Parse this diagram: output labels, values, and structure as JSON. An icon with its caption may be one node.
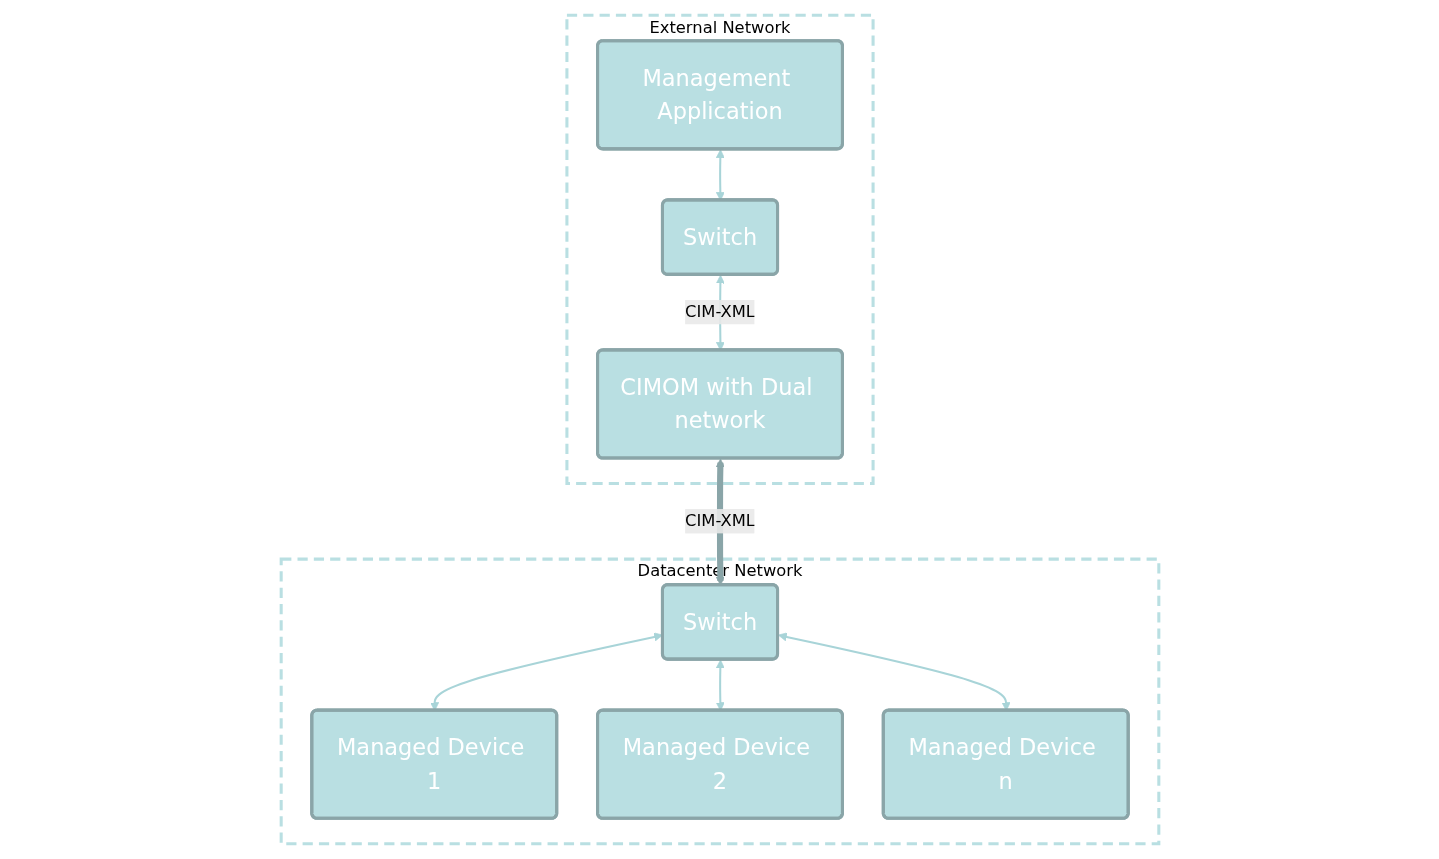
{
  "diagram": {
    "nodes": [
      {
        "text": [
          "External Network"
        ]
      },
      {
        "text": [
          "Management Application"
        ],
        "in": 0
      },
      {
        "text": [
          "Switch"
        ],
        "in": 0
      },
      {
        "text": [
          "CIMOM with Dual network"
        ],
        "in": 0
      },
      {
        "text": [
          "Datacenter Network"
        ]
      },
      {
        "text": [
          "Switch"
        ],
        "in": 4
      },
      {
        "text": [
          "Managed Device 1"
        ],
        "in": 4
      },
      {
        "text": [
          "Managed Device 2"
        ],
        "in": 4
      },
      {
        "text": [
          "Managed Device n"
        ],
        "in": 4
      }
    ],
    "edges": [
      {
        "from": 1,
        "to": 2,
        "arrow": "both"
      },
      {
        "from": 2,
        "to": 3,
        "arrow": "both",
        "label": "CIM-XML"
      },
      {
        "from": 3,
        "to": 5,
        "arrow": "both",
        "label": "CIM-XML",
        "style": "thick"
      },
      {
        "from": 5,
        "to": 6,
        "arrow": "both"
      },
      {
        "from": 5,
        "to": 7,
        "arrow": "both"
      },
      {
        "from": 5,
        "to": 8,
        "arrow": "both"
      }
    ]
  }
}
